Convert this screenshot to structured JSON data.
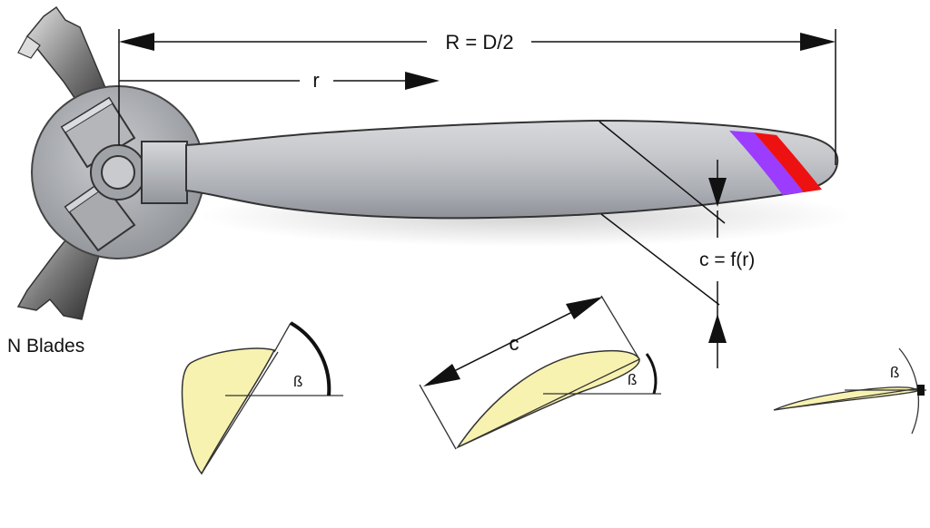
{
  "labels": {
    "radius": "R = D/2",
    "local_radius": "r",
    "chord_function": "c = f(r)",
    "blade_count": "N  Blades",
    "chord": "c",
    "pitch_angle": "ß"
  },
  "colors": {
    "blade": "#b9bcc2",
    "hub": "#a9acb2",
    "airfoil_fill": "#f8f2b0",
    "tip_band_purple": "#9b3cff",
    "tip_band_red": "#ee1111",
    "line": "#111111"
  }
}
